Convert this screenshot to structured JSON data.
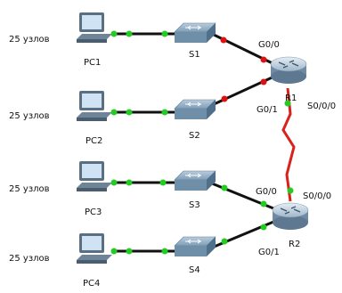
{
  "hosts": [
    {
      "count_label": "25 узлов",
      "pc_label": "PC1",
      "switch_label": "S1"
    },
    {
      "count_label": "25 узлов",
      "pc_label": "PC2",
      "switch_label": "S2"
    },
    {
      "count_label": "25 узлов",
      "pc_label": "PC3",
      "switch_label": "S3"
    },
    {
      "count_label": "25 узлов",
      "pc_label": "PC4",
      "switch_label": "S4"
    }
  ],
  "routers": [
    {
      "label": "R1",
      "if_g00": "G0/0",
      "if_g01": "G0/1",
      "if_serial": "S0/0/0"
    },
    {
      "label": "R2",
      "if_g00": "G0/0",
      "if_g01": "G0/1",
      "if_serial": "S0/0/0"
    }
  ],
  "colors": {
    "link": "#111111",
    "serial": "#d9221c",
    "port_up": "#22cc22",
    "port_down": "#dd1111",
    "pc_body": "#5b6f82",
    "pc_screen": "#cfe3f5",
    "switch_top": "#8aa9c2",
    "switch_side": "#4f6f8a",
    "router_top": "#c5d6e4",
    "router_side": "#6f8aa2"
  }
}
